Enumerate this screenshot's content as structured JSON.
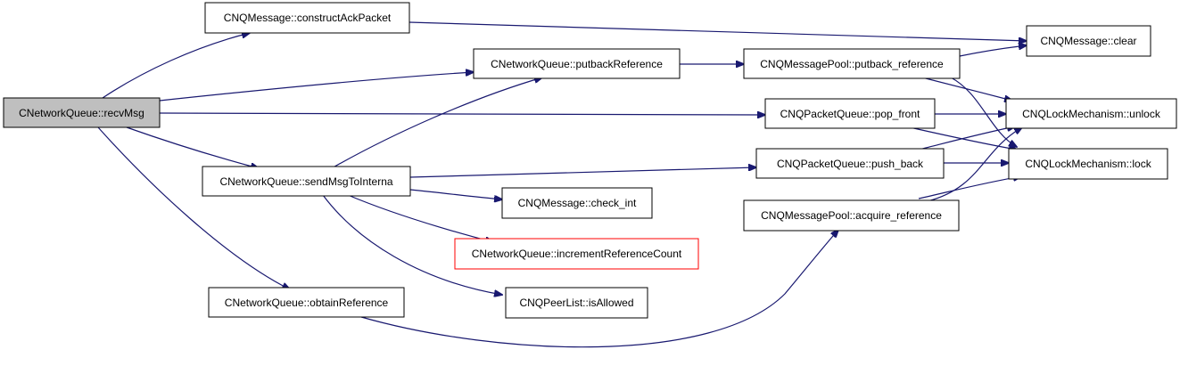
{
  "graph": {
    "colors": {
      "edge": "#191970",
      "node_border": "#000000",
      "root_fill": "#bfbfbf",
      "highlight_border": "#ff0000"
    },
    "nodes": {
      "recv_msg": "CNetworkQueue::recvMsg",
      "construct_ack_packet": "CNQMessage::constructAckPacket",
      "putback_reference": "CNetworkQueue::putbackReference",
      "send_msg_to_interna": "CNetworkQueue::sendMsgToInterna",
      "obtain_reference": "CNetworkQueue::obtainReference",
      "msg_clear": "CNQMessage::clear",
      "pool_putback_reference": "CNQMessagePool::putback_reference",
      "pop_front": "CNQPacketQueue::pop_front",
      "push_back": "CNQPacketQueue::push_back",
      "check_int": "CNQMessage::check_int",
      "increment_reference_count": "CNetworkQueue::incrementReferenceCount",
      "is_allowed": "CNQPeerList::isAllowed",
      "acquire_reference": "CNQMessagePool::acquire_reference",
      "lock_unlock": "CNQLockMechanism::unlock",
      "lock_lock": "CNQLockMechanism::lock"
    }
  }
}
